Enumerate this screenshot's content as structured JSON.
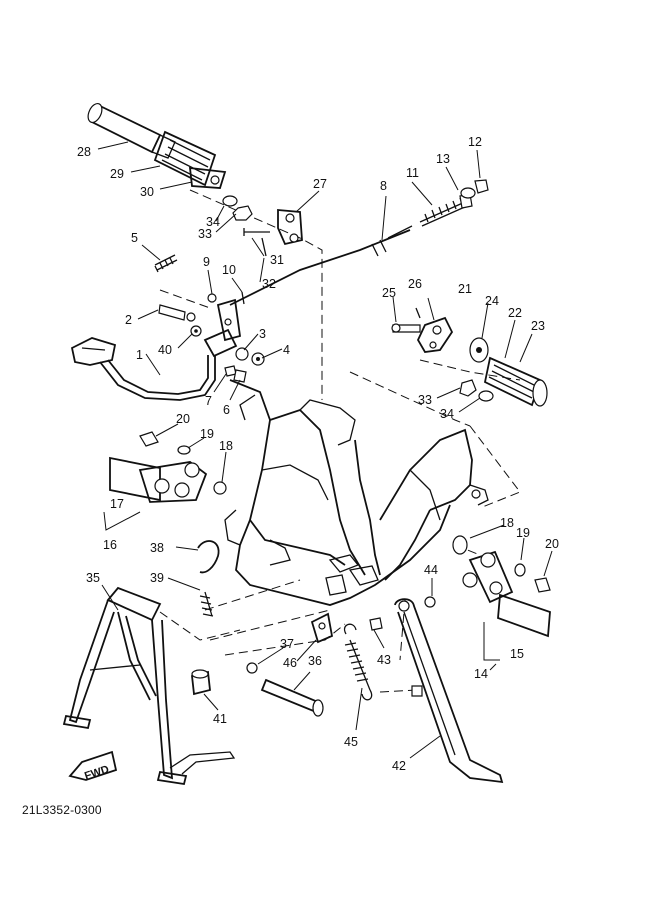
{
  "diagram": {
    "catalog_number": "21L3352-0300",
    "fwd_label": "FWD",
    "callouts": [
      {
        "id": "c28",
        "text": "28"
      },
      {
        "id": "c29",
        "text": "29"
      },
      {
        "id": "c30",
        "text": "30"
      },
      {
        "id": "c34a",
        "text": "34"
      },
      {
        "id": "c33a",
        "text": "33"
      },
      {
        "id": "c27",
        "text": "27"
      },
      {
        "id": "c31",
        "text": "31"
      },
      {
        "id": "c32",
        "text": "32"
      },
      {
        "id": "c8",
        "text": "8"
      },
      {
        "id": "c11",
        "text": "11"
      },
      {
        "id": "c13",
        "text": "13"
      },
      {
        "id": "c12",
        "text": "12"
      },
      {
        "id": "c5",
        "text": "5"
      },
      {
        "id": "c9",
        "text": "9"
      },
      {
        "id": "c10",
        "text": "10"
      },
      {
        "id": "c2",
        "text": "2"
      },
      {
        "id": "c40",
        "text": "40"
      },
      {
        "id": "c3",
        "text": "3"
      },
      {
        "id": "c4",
        "text": "4"
      },
      {
        "id": "c1",
        "text": "1"
      },
      {
        "id": "c7",
        "text": "7"
      },
      {
        "id": "c6",
        "text": "6"
      },
      {
        "id": "c25",
        "text": "25"
      },
      {
        "id": "c26",
        "text": "26"
      },
      {
        "id": "c21",
        "text": "21"
      },
      {
        "id": "c24",
        "text": "24"
      },
      {
        "id": "c22",
        "text": "22"
      },
      {
        "id": "c23",
        "text": "23"
      },
      {
        "id": "c33b",
        "text": "33"
      },
      {
        "id": "c34b",
        "text": "34"
      },
      {
        "id": "c20a",
        "text": "20"
      },
      {
        "id": "c19a",
        "text": "19"
      },
      {
        "id": "c18a",
        "text": "18"
      },
      {
        "id": "c17",
        "text": "17"
      },
      {
        "id": "c16",
        "text": "16"
      },
      {
        "id": "c38",
        "text": "38"
      },
      {
        "id": "c39",
        "text": "39"
      },
      {
        "id": "c35",
        "text": "35"
      },
      {
        "id": "c18b",
        "text": "18"
      },
      {
        "id": "c19b",
        "text": "19"
      },
      {
        "id": "c20b",
        "text": "20"
      },
      {
        "id": "c44",
        "text": "44"
      },
      {
        "id": "c15",
        "text": "15"
      },
      {
        "id": "c14",
        "text": "14"
      },
      {
        "id": "c37",
        "text": "37"
      },
      {
        "id": "c46",
        "text": "46"
      },
      {
        "id": "c36",
        "text": "36"
      },
      {
        "id": "c43",
        "text": "43"
      },
      {
        "id": "c41",
        "text": "41"
      },
      {
        "id": "c45",
        "text": "45"
      },
      {
        "id": "c42",
        "text": "42"
      }
    ]
  }
}
